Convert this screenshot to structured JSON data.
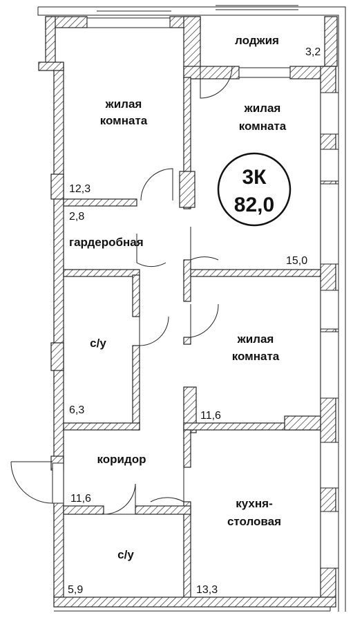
{
  "plan": {
    "badge": {
      "rooms": "3К",
      "total_area": "82,0"
    },
    "rooms": [
      {
        "id": "loggia",
        "name": [
          "лоджия"
        ],
        "area": "3,2"
      },
      {
        "id": "living1",
        "name": [
          "жилая",
          "комната"
        ],
        "area": "12,3"
      },
      {
        "id": "living2",
        "name": [
          "жилая",
          "комната"
        ],
        "area": "15,0"
      },
      {
        "id": "wardrobe",
        "name": [
          "гардеробная"
        ],
        "area": "2,8"
      },
      {
        "id": "bath1",
        "name": [
          "с/у"
        ],
        "area": "6,3"
      },
      {
        "id": "living3",
        "name": [
          "жилая",
          "комната"
        ],
        "area": "11,6"
      },
      {
        "id": "corridor",
        "name": [
          "коридор"
        ],
        "area": "11,6"
      },
      {
        "id": "bath2",
        "name": [
          "с/у"
        ],
        "area": "5,9"
      },
      {
        "id": "kitchen",
        "name": [
          "кухня-",
          "столовая"
        ],
        "area": "13,3"
      }
    ]
  }
}
